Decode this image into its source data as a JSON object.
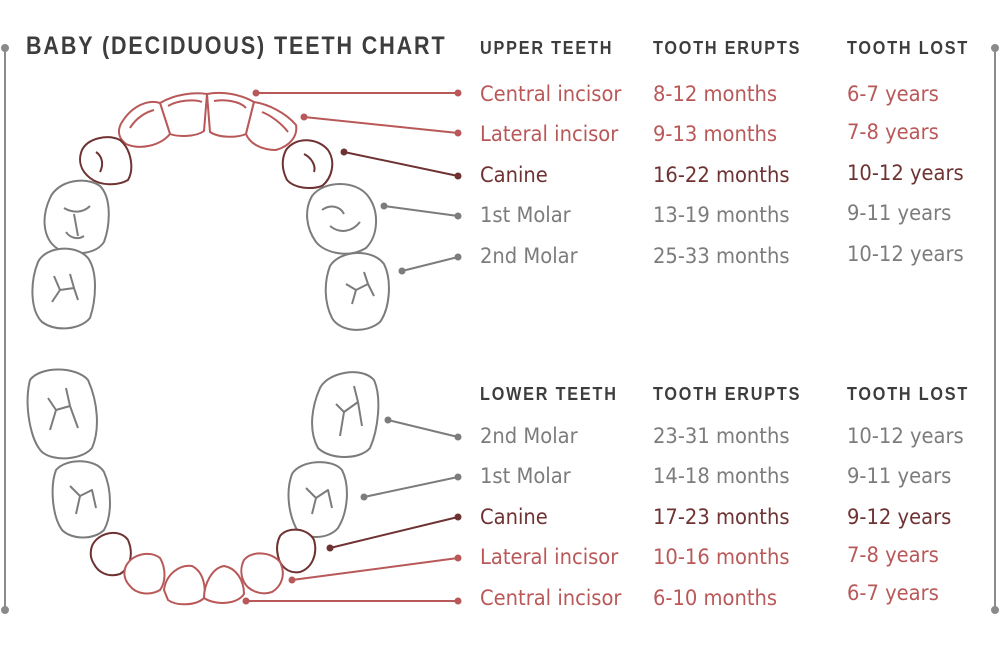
{
  "title": "BABY (DECIDUOUS) TEETH CHART",
  "colors": {
    "rose": "#b95858",
    "dark": "#6e3232",
    "gray": "#7c7c7c",
    "heading": "#3d3d3d"
  },
  "upper": {
    "headers": {
      "name": "UPPER TEETH",
      "erupts": "TOOTH ERUPTS",
      "lost": "TOOTH LOST"
    },
    "rows": [
      {
        "name": "Central incisor",
        "erupts": "8-12 months",
        "lost": "6-7 years",
        "tone": "rose"
      },
      {
        "name": "Lateral incisor",
        "erupts": "9-13 months",
        "lost": "7-8 years",
        "tone": "rose"
      },
      {
        "name": "Canine",
        "erupts": "16-22 months",
        "lost": "10-12 years",
        "tone": "dark"
      },
      {
        "name": "1st Molar",
        "erupts": "13-19 months",
        "lost": "9-11 years",
        "tone": "gray"
      },
      {
        "name": "2nd Molar",
        "erupts": "25-33 months",
        "lost": "10-12 years",
        "tone": "gray"
      }
    ]
  },
  "lower": {
    "headers": {
      "name": "LOWER TEETH",
      "erupts": "TOOTH ERUPTS",
      "lost": "TOOTH LOST"
    },
    "rows": [
      {
        "name": "2nd Molar",
        "erupts": "23-31 months",
        "lost": "10-12 years",
        "tone": "gray"
      },
      {
        "name": "1st Molar",
        "erupts": "14-18 months",
        "lost": "9-11 years",
        "tone": "gray"
      },
      {
        "name": "Canine",
        "erupts": "17-23 months",
        "lost": "9-12 years",
        "tone": "dark"
      },
      {
        "name": "Lateral incisor",
        "erupts": "10-16 months",
        "lost": "7-8 years",
        "tone": "rose"
      },
      {
        "name": "Central incisor",
        "erupts": "6-10 months",
        "lost": "6-7 years",
        "tone": "rose"
      }
    ]
  }
}
